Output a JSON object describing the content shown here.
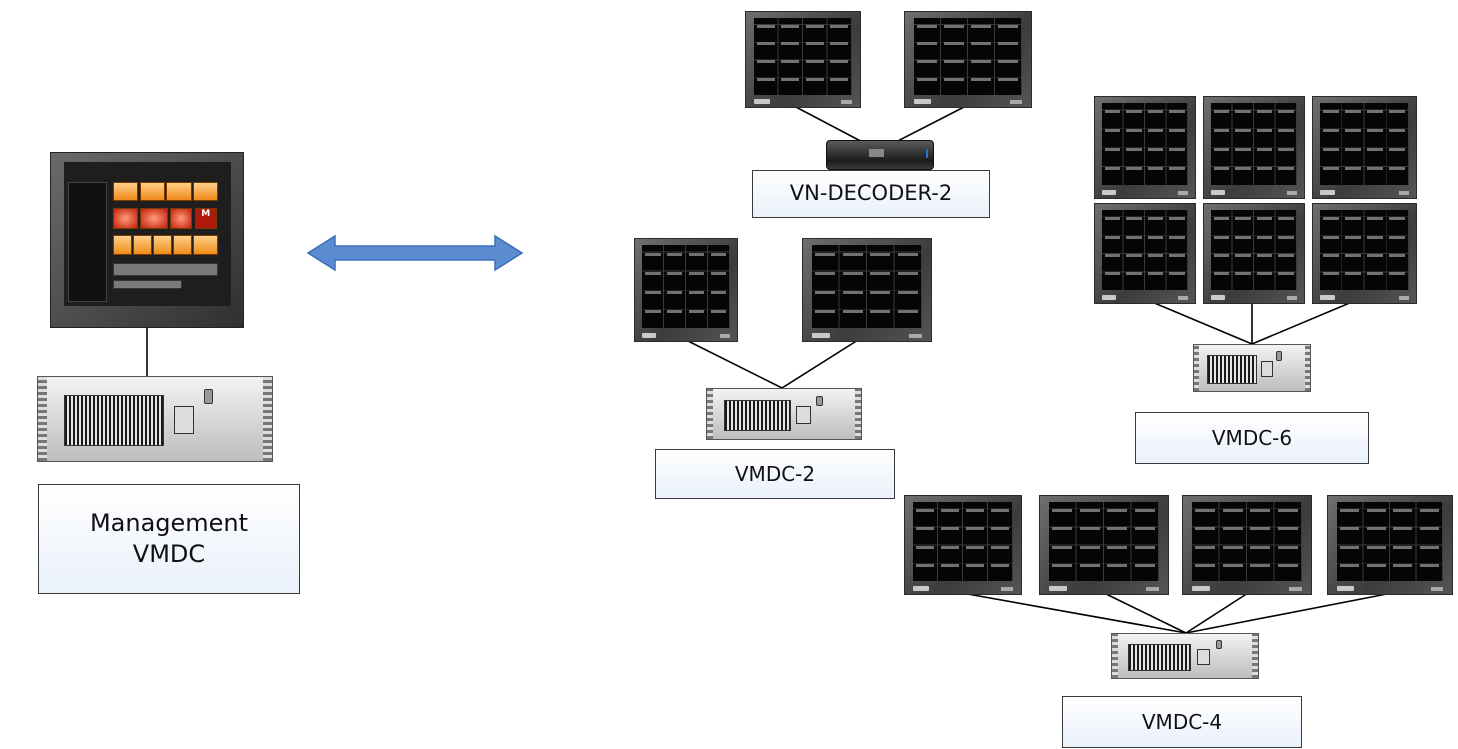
{
  "nodes": {
    "management": {
      "line1": "Management",
      "line2": "VMDC"
    },
    "decoder": {
      "label": "VN-DECODER-2"
    },
    "vmdc2": {
      "label": "VMDC-2"
    },
    "vmdc6": {
      "label": "VMDC-6"
    },
    "vmdc4": {
      "label": "VMDC-4"
    }
  },
  "colors": {
    "arrow": "#5b8bd0",
    "arrow_stroke": "#3c6fb8",
    "connector": "#000000",
    "label_border": "#3a3a3a"
  },
  "management_ui": {
    "tile_letter": "M"
  }
}
